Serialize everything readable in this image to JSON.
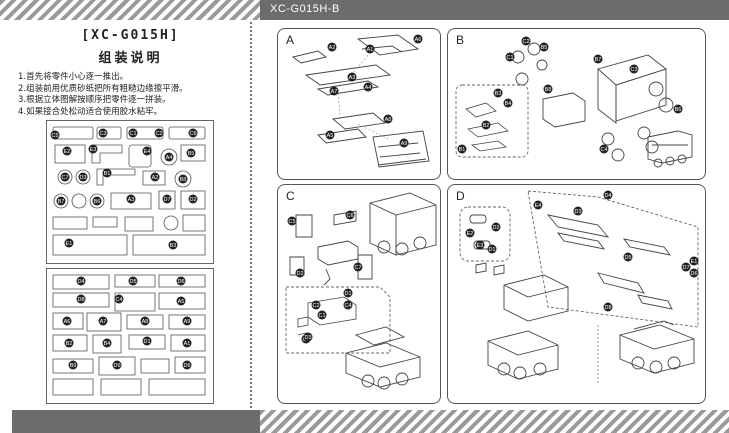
{
  "header": {
    "model": "XC-G015H-B"
  },
  "instructions": {
    "title": "[XC-G015H]",
    "subtitle": "组装说明",
    "steps": [
      "1.首先将零件小心逐一推出。",
      "2.组装前用优质砂纸把所有粗糙边缘擦平滑。",
      "3.根据立体图解按顺序把零件逐一拼装。",
      "4.如果接合处松动适合使用胶水粘牢。"
    ]
  },
  "panels": [
    {
      "label": "A",
      "parts": [
        "A1",
        "A2",
        "A3",
        "A4",
        "A5",
        "A6",
        "A7",
        "A8",
        "A9"
      ]
    },
    {
      "label": "B",
      "parts": [
        "B1",
        "B2",
        "B3",
        "B4",
        "B5",
        "B6",
        "B7",
        "B8",
        "C1",
        "C2",
        "C3",
        "C4"
      ]
    },
    {
      "label": "C",
      "parts": [
        "C1",
        "C2",
        "C3",
        "C4",
        "C5",
        "C6",
        "C7",
        "D1",
        "D2",
        "D3"
      ]
    },
    {
      "label": "D",
      "parts": [
        "D1",
        "D2",
        "D3",
        "D4",
        "D5",
        "D6",
        "D7",
        "D8",
        "E1",
        "E2",
        "E3",
        "E4"
      ]
    }
  ],
  "sheet1_parts": [
    "C5",
    "C3",
    "C1",
    "C2",
    "C6",
    "E3",
    "E2",
    "E4",
    "A4",
    "B5",
    "B1",
    "C7",
    "D3",
    "A2",
    "B8",
    "A3",
    "B7",
    "B6",
    "D7",
    "D2",
    "E1",
    "B3"
  ],
  "sheet2_parts": [
    "D4",
    "D5",
    "D6",
    "D8",
    "C4",
    "A5",
    "A6",
    "A7",
    "A8",
    "A9",
    "B2",
    "B4",
    "D1",
    "A1",
    "B9",
    "D9",
    "D6"
  ]
}
